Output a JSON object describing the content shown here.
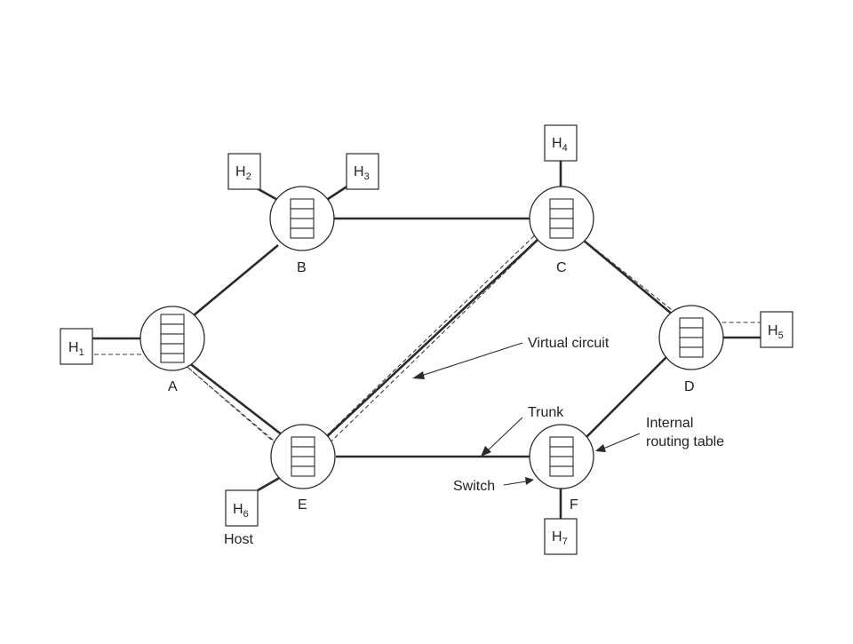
{
  "nodes": [
    {
      "id": "a",
      "label": "A"
    },
    {
      "id": "b",
      "label": "B"
    },
    {
      "id": "c",
      "label": "C"
    },
    {
      "id": "d",
      "label": "D"
    },
    {
      "id": "e",
      "label": "E"
    },
    {
      "id": "f",
      "label": "F"
    }
  ],
  "hosts": [
    {
      "id": "h1",
      "letter": "H",
      "index": "1"
    },
    {
      "id": "h2",
      "letter": "H",
      "index": "2"
    },
    {
      "id": "h3",
      "letter": "H",
      "index": "3"
    },
    {
      "id": "h4",
      "letter": "H",
      "index": "4"
    },
    {
      "id": "h5",
      "letter": "H",
      "index": "5"
    },
    {
      "id": "h6",
      "letter": "H",
      "index": "6"
    },
    {
      "id": "h7",
      "letter": "H",
      "index": "7"
    }
  ],
  "annotations": {
    "virtual_circuit": "Virtual circuit",
    "trunk": "Trunk",
    "internal_line1": "Internal",
    "internal_line2": "routing table",
    "switch": "Switch",
    "host": "Host"
  }
}
